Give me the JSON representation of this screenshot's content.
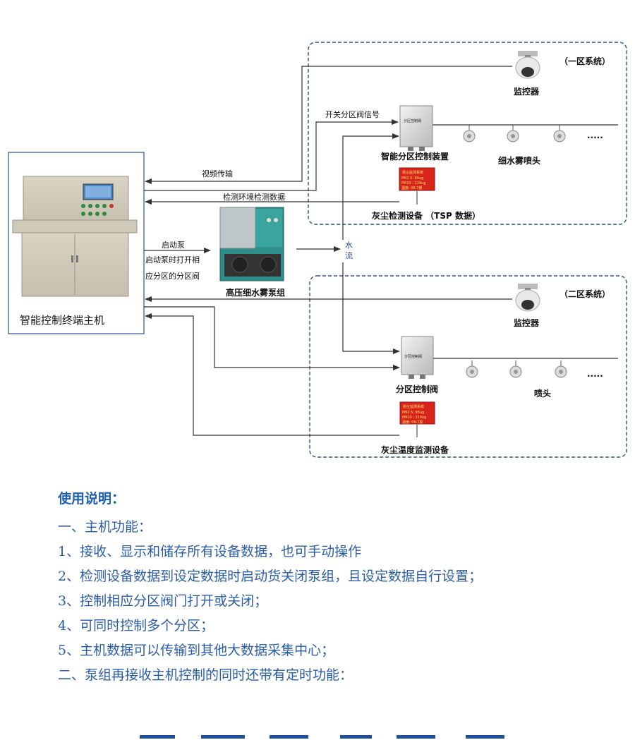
{
  "diagram": {
    "host_label": "智能控制终端主机",
    "zone1_title": "（一区系统）",
    "zone2_title": "（二区系统）",
    "camera_label_1": "监控器",
    "camera_label_2": "监控器",
    "zone_controller_1": "智能分区控制装置",
    "zone_controller_2": "分区控制阀",
    "nozzles_label_1": "细水雾喷头",
    "nozzles_label_2": "喷头",
    "ellipsis": "·····",
    "dust_device_1": "灰尘检测设备 （TSP 数据）",
    "dust_device_2": "灰尘温度监测设备",
    "pump_label": "高压细水雾泵组",
    "arrow_video": "视频传输",
    "arrow_valve_signal": "开关分区阀信号",
    "arrow_env_data": "检测环境检测数据",
    "arrow_start_pump": "启动泵",
    "arrow_start_open_1": "启动泵时打开相",
    "arrow_start_open_2": "应分区的分区阀",
    "water_flow_1": "水",
    "water_flow_2": "流",
    "controller_box_text": "分区控制阀",
    "display_title": "扬尘监测系统",
    "display_rows": [
      "PM2.5: 95ug",
      "PM10 : 119ug",
      "温度: 06.7度"
    ]
  },
  "notes": {
    "title": "使用说明：",
    "lines": [
      "一、主机功能：",
      "1、接收、显示和储存所有设备数据，也可手动操作",
      "2、检测设备数据到设定数据时启动货关闭泵组，且设定数据自行设置；",
      "3、控制相应分区阀门打开或关闭；",
      "4、可同时控制多个分区；",
      "5、主机数据可以传输到其他大数据采集中心；",
      "二、泵组再接收主机控制的同时还带有定时功能："
    ]
  },
  "colors": {
    "zone_border": "#2b4f8f",
    "notes_text": "#2b5da8",
    "notes_title": "#1f5fb4",
    "display_red": "#d8241b"
  }
}
